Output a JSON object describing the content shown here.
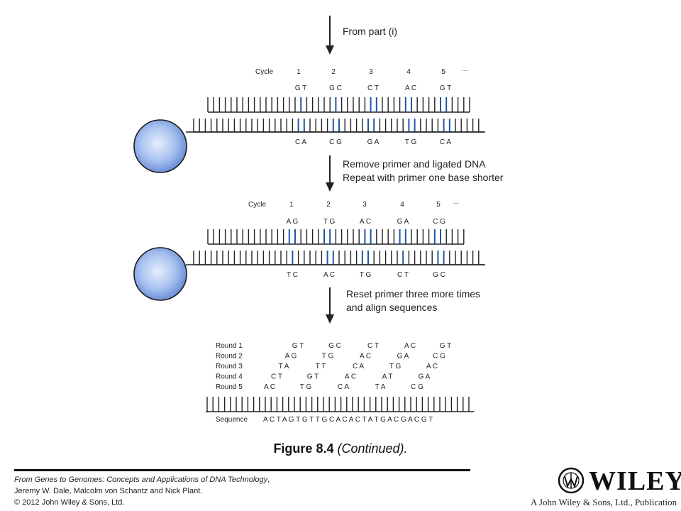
{
  "step1": {
    "arrow_label": "From part (i)",
    "cycle_label": "Cycle",
    "cycles": [
      "1",
      "2",
      "3",
      "4",
      "5"
    ],
    "ellipsis": "···",
    "top_pairs": [
      "G T",
      "G C",
      "C T",
      "A C",
      "G T"
    ],
    "bottom_pairs": [
      "C A",
      "C G",
      "G A",
      "T G",
      "C A"
    ]
  },
  "step2": {
    "arrow_label_1": "Remove primer and ligated DNA",
    "arrow_label_2": "Repeat with primer one base shorter",
    "cycle_label": "Cycle",
    "cycles": [
      "1",
      "2",
      "3",
      "4",
      "5"
    ],
    "ellipsis": "···",
    "top_pairs": [
      "A G",
      "T G",
      "A C",
      "G A",
      "C G"
    ],
    "bottom_pairs": [
      "T C",
      "A C",
      "T G",
      "C T",
      "G C"
    ]
  },
  "step3": {
    "arrow_label_1": "Reset primer three more times",
    "arrow_label_2": "and align sequences"
  },
  "rounds": [
    {
      "label": "Round 1",
      "pairs": [
        "G T",
        "G C",
        "C T",
        "A C",
        "G T"
      ]
    },
    {
      "label": "Round 2",
      "pairs": [
        "A G",
        "T G",
        "A C",
        "G A",
        "C G"
      ]
    },
    {
      "label": "Round 3",
      "pairs": [
        "T A",
        "T T",
        "C A",
        "T G",
        "A C"
      ]
    },
    {
      "label": "Round 4",
      "pairs": [
        "C T",
        "G T",
        "A C",
        "A T",
        "G A"
      ]
    },
    {
      "label": "Round 5",
      "pairs": [
        "A C",
        "T G",
        "C A",
        "T A",
        "C G"
      ]
    }
  ],
  "sequence": {
    "label": "Sequence",
    "value": "A C T A G T G T T G C A C A C T A T G A C G A C G T"
  },
  "caption": {
    "figure_number": "Figure 8.4",
    "figure_suffix": "(Continued)."
  },
  "credits": {
    "book_title": "From Genes to Genomes: Concepts and Applications of DNA Technology",
    "title_suffix": ",",
    "authors": "Jeremy W. Dale, Malcolm von Schantz and Nick Plant.",
    "copyright": "© 2012 John Wiley & Sons, Ltd."
  },
  "logo": {
    "wordmark": "WILEY",
    "tagline": "A John Wiley & Sons, Ltd., Publication"
  },
  "colors": {
    "strand": "#222222",
    "ligation": "#1f56a6",
    "bead_center": "#dfe9fb",
    "bead_edge": "#6d93d9",
    "bead_outline": "#1a1a1a"
  }
}
